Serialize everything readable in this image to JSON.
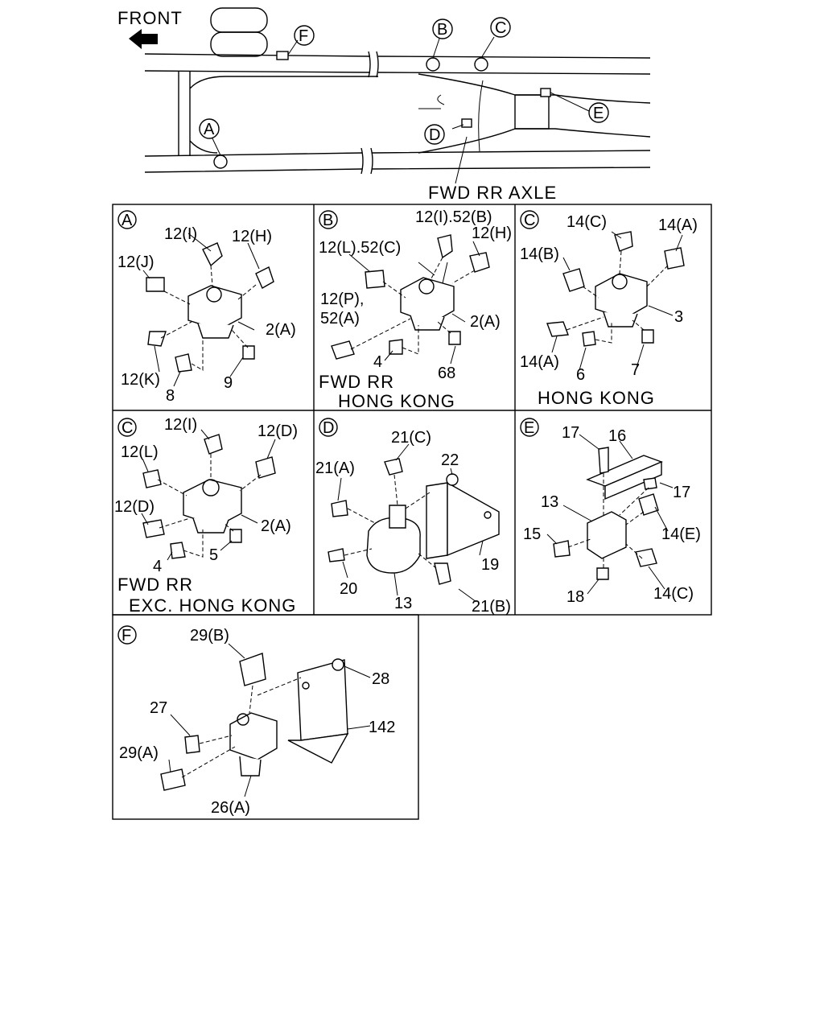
{
  "overview": {
    "front_label": "FRONT",
    "axle_label": "FWD RR AXLE",
    "markers": {
      "a": "A",
      "b": "B",
      "c": "C",
      "d": "D",
      "e": "E",
      "f": "F"
    }
  },
  "panel_a": {
    "letter": "A",
    "labels": {
      "p1": "12(I)",
      "p2": "12(H)",
      "p3": "12(J)",
      "p4": "2(A)",
      "p5": "12(K)",
      "p6": "8",
      "p7": "9"
    }
  },
  "panel_b": {
    "letter": "B",
    "labels": {
      "p1": "12(I).52(B)",
      "p2": "12(L).52(C)",
      "p3": "12(H)",
      "p4": "12(P),",
      "p5": "52(A)",
      "p6": "2(A)",
      "p7": "4",
      "p8": "68"
    },
    "caption_1": "FWD RR",
    "caption_2": "HONG KONG"
  },
  "panel_c1": {
    "letter": "C",
    "labels": {
      "p1": "14(C)",
      "p2": "14(A)",
      "p3": "14(B)",
      "p4": "3",
      "p5": "14(A)",
      "p6": "6",
      "p7": "7"
    },
    "caption": "HONG KONG"
  },
  "panel_c2": {
    "letter": "C",
    "labels": {
      "p1": "12(I)",
      "p2": "12(D)",
      "p3": "12(L)",
      "p4": "12(D)",
      "p5": "2(A)",
      "p6": "4",
      "p7": "5"
    },
    "caption_1": "FWD RR",
    "caption_2": "EXC. HONG KONG"
  },
  "panel_d": {
    "letter": "D",
    "labels": {
      "p1": "21(C)",
      "p2": "21(A)",
      "p3": "22",
      "p4": "19",
      "p5": "20",
      "p6": "13",
      "p7": "21(B)"
    }
  },
  "panel_e": {
    "letter": "E",
    "labels": {
      "p1": "17",
      "p2": "16",
      "p3": "17",
      "p4": "13",
      "p5": "14(E)",
      "p6": "15",
      "p7": "18",
      "p8": "14(C)"
    }
  },
  "panel_f": {
    "letter": "F",
    "labels": {
      "p1": "29(B)",
      "p2": "28",
      "p3": "27",
      "p4": "142",
      "p5": "29(A)",
      "p6": "26(A)"
    }
  }
}
